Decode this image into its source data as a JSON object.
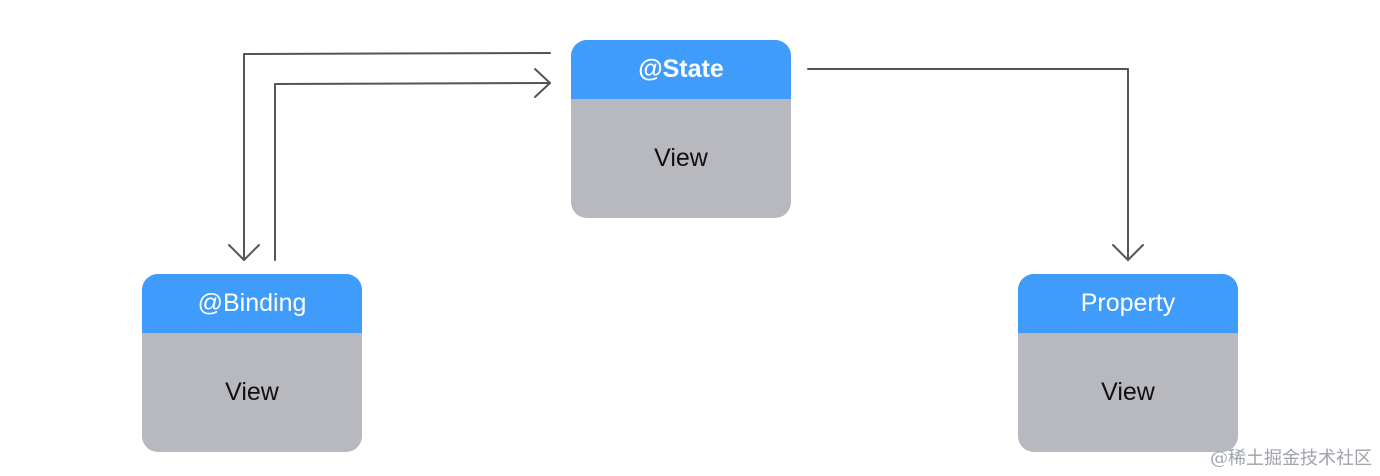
{
  "nodes": {
    "state": {
      "header": "@State",
      "body": "View"
    },
    "binding": {
      "header": "@Binding",
      "body": "View"
    },
    "property": {
      "header": "Property",
      "body": "View"
    }
  },
  "edges": [
    {
      "from": "state",
      "to": "binding"
    },
    {
      "from": "binding",
      "to": "state"
    },
    {
      "from": "state",
      "to": "property"
    }
  ],
  "watermark": "@稀土掘金技术社区",
  "colors": {
    "header": "#409cfa",
    "body": "#b8b9be",
    "arrow": "#555555",
    "watermark": "#9ea3aa"
  }
}
